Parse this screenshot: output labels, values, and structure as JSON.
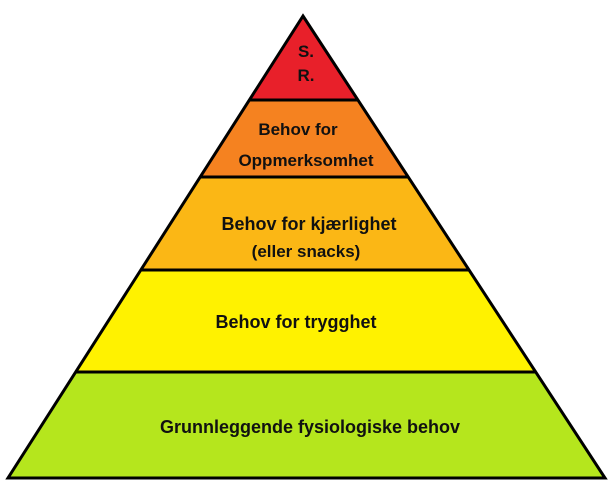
{
  "pyramid": {
    "levels": [
      {
        "lines": [
          "S.",
          "R."
        ],
        "color": "#e8202a"
      },
      {
        "lines": [
          "Behov for",
          "Oppmerksomhet"
        ],
        "color": "#f58220"
      },
      {
        "lines": [
          "Behov for kjærlighet",
          "(eller snacks)"
        ],
        "color": "#fbb715"
      },
      {
        "lines": [
          "Behov for trygghet"
        ],
        "color": "#fff200"
      },
      {
        "lines": [
          "Grunnleggende fysiologiske behov"
        ],
        "color": "#b5e61d"
      }
    ],
    "outline_color": "#000000"
  }
}
